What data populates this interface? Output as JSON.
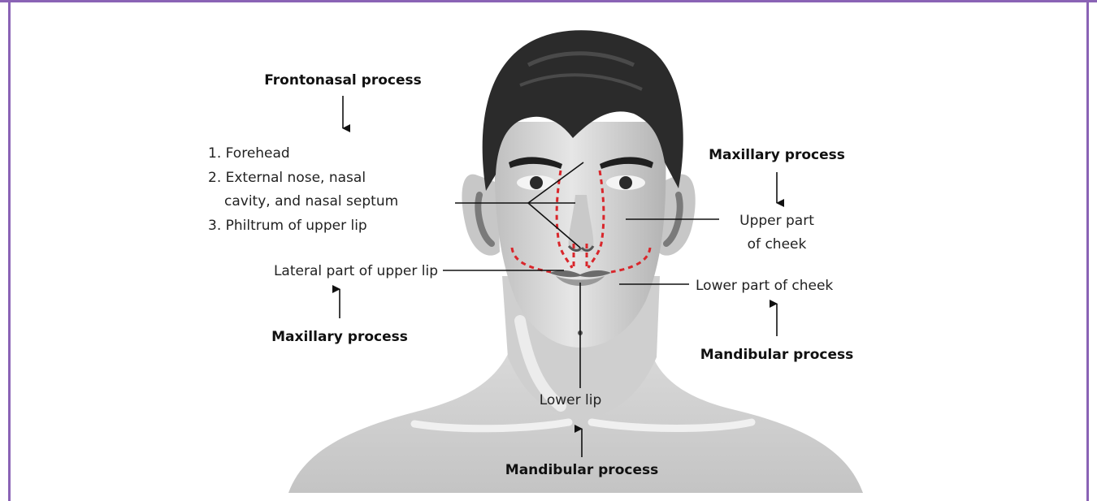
{
  "labels": {
    "frontonasal_process": "Frontonasal process",
    "forehead": "1. Forehead",
    "external_nose_line1": "2. External nose, nasal",
    "external_nose_line2": "cavity, and nasal septum",
    "philtrum": "3. Philtrum of upper lip",
    "lateral_upper_lip": "Lateral part of upper lip",
    "maxillary_process_left": "Maxillary process",
    "maxillary_process_right": "Maxillary process",
    "upper_cheek_line1": "Upper part",
    "upper_cheek_line2": "of cheek",
    "lower_cheek": "Lower part of cheek",
    "mandibular_process_right": "Mandibular process",
    "lower_lip": "Lower lip",
    "mandibular_process_bottom": "Mandibular process"
  },
  "colors": {
    "frame": "#8a63b5",
    "boundary_dashes": "#d9262b",
    "hair": "#2b2b2b",
    "skin": "#d6d6d6"
  }
}
